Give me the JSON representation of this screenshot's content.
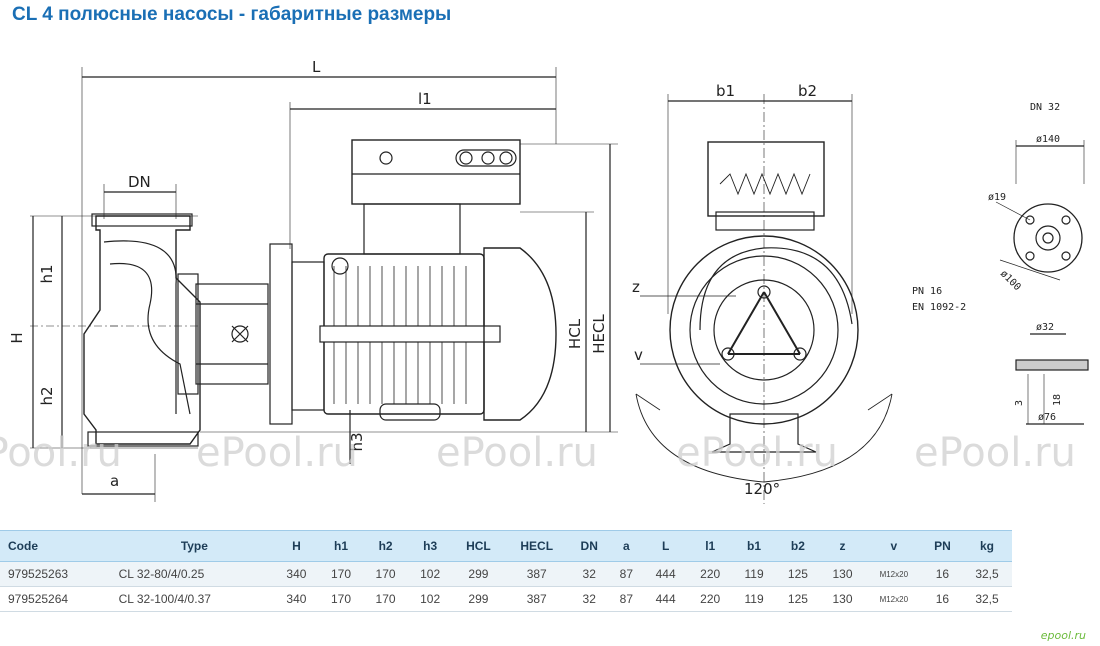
{
  "title": "CL 4 полюсные насосы - габаритные размеры",
  "watermark": "ePool.ru",
  "logo_text": "epool.ru",
  "drawing_labels": {
    "L": "L",
    "l1": "l1",
    "DN": "DN",
    "H": "H",
    "h1": "h1",
    "h2": "h2",
    "h3": "h3",
    "HCL": "HCL",
    "HECL": "HECL",
    "a": "a",
    "b1": "b1",
    "b2": "b2",
    "z": "z",
    "v": "v",
    "angle": "120°",
    "flange_dn": "DN 32",
    "d140": "ø140",
    "d19": "ø19",
    "d100": "ø100",
    "pn": "PN 16",
    "en": "EN 1092-2",
    "d32": "ø32",
    "d76": "ø76",
    "t3": "3",
    "t18": "18"
  },
  "table": {
    "headers": [
      "Code",
      "Type",
      "H",
      "h1",
      "h2",
      "h3",
      "HCL",
      "HECL",
      "DN",
      "a",
      "L",
      "l1",
      "b1",
      "b2",
      "z",
      "v",
      "PN",
      "kg"
    ],
    "rows": [
      [
        "979525263",
        "CL 32-80/4/0.25",
        "340",
        "170",
        "170",
        "102",
        "299",
        "387",
        "32",
        "87",
        "444",
        "220",
        "119",
        "125",
        "130",
        "M12x20",
        "16",
        "32,5"
      ],
      [
        "979525264",
        "CL 32-100/4/0.37",
        "340",
        "170",
        "170",
        "102",
        "299",
        "387",
        "32",
        "87",
        "444",
        "220",
        "119",
        "125",
        "130",
        "M12x20",
        "16",
        "32,5"
      ]
    ]
  }
}
